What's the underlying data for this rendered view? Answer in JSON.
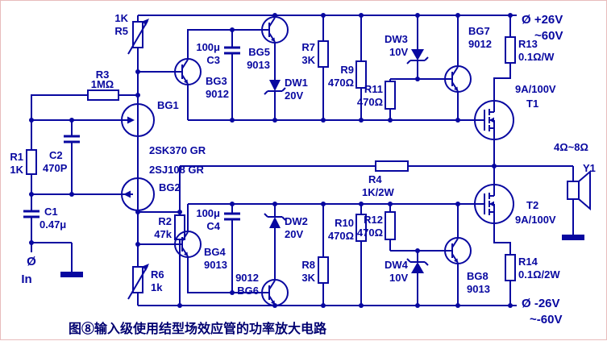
{
  "figure": {
    "caption": "图⑧输入级使用结型场效应管的功率放大电路"
  },
  "power": {
    "positive": {
      "line1": "Ø +26V",
      "line2": "~60V"
    },
    "negative": {
      "line1": "Ø -26V",
      "line2": "~-60V"
    }
  },
  "input": {
    "terminal": "Ø",
    "label": "In"
  },
  "output": {
    "speaker": "Y1",
    "impedance": "4Ω~8Ω"
  },
  "components": {
    "r1": {
      "name": "R1",
      "value": "1K"
    },
    "r2": {
      "name": "R2",
      "value": "47k"
    },
    "r3": {
      "name": "R3",
      "value": "1MΩ"
    },
    "r4": {
      "name": "R4",
      "value": "1K/2W"
    },
    "r5": {
      "name": "R5",
      "value": "1K"
    },
    "r6": {
      "name": "R6",
      "value": "1k"
    },
    "r7": {
      "name": "R7",
      "value": "3K"
    },
    "r8": {
      "name": "R8",
      "value": "3K"
    },
    "r9": {
      "name": "R9",
      "value": "470Ω"
    },
    "r10": {
      "name": "R10",
      "value": "470Ω"
    },
    "r11": {
      "name": "R11",
      "value": "470Ω"
    },
    "r12": {
      "name": "R12",
      "value": "470Ω"
    },
    "r13": {
      "name": "R13",
      "value": "0.1Ω/W"
    },
    "r14": {
      "name": "R14",
      "value": "0.1Ω/2W"
    },
    "c1": {
      "name": "C1",
      "value": "0.47μ"
    },
    "c2": {
      "name": "C2",
      "value": "470P"
    },
    "c3": {
      "name": "C3",
      "value": "100μ"
    },
    "c4": {
      "name": "C4",
      "value": "100μ"
    },
    "bg1": {
      "name": "BG1",
      "value": "2SK370 GR"
    },
    "bg2": {
      "name": "BG2",
      "value": "2SJ108 GR"
    },
    "bg3": {
      "name": "BG3",
      "value": "9012"
    },
    "bg4": {
      "name": "BG4",
      "value": "9013"
    },
    "bg5": {
      "name": "BG5",
      "value": "9013"
    },
    "bg6": {
      "name": "BG6",
      "value": "9012"
    },
    "bg7": {
      "name": "BG7",
      "value": "9012"
    },
    "bg8": {
      "name": "BG8",
      "value": "9013"
    },
    "dw1": {
      "name": "DW1",
      "value": "20V"
    },
    "dw2": {
      "name": "DW2",
      "value": "20V"
    },
    "dw3": {
      "name": "DW3",
      "value": "10V"
    },
    "dw4": {
      "name": "DW4",
      "value": "10V"
    },
    "t1": {
      "name": "T1",
      "value": "9A/100V"
    },
    "t2": {
      "name": "T2",
      "value": "9A/100V"
    }
  },
  "colors": {
    "wire": "#0808a0",
    "background": "#ffffff"
  }
}
